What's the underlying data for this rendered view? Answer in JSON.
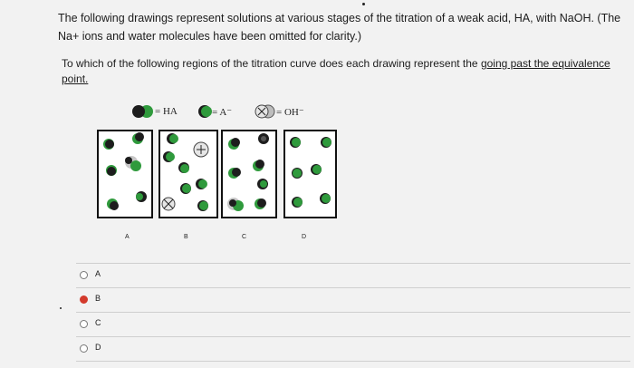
{
  "question": {
    "intro": "The following drawings represent solutions at various stages of the titration of a weak acid, HA, with NaOH. (The Na+ ions and water molecules have been omitted for clarity.)",
    "prompt_start": "To which of the following regions of the titration curve does each drawing  represent the ",
    "prompt_underlined": "going past the equivalence point."
  },
  "legend": [
    {
      "label": "= HA",
      "icon": "black-green-pair-icon"
    },
    {
      "label": "= A⁻",
      "icon": "green-sphere-black-edge-icon"
    },
    {
      "label": "= OH⁻",
      "icon": "gray-sphere-cross-icon"
    }
  ],
  "drawings": [
    {
      "letter": "A",
      "particles": [
        "HA",
        "HA",
        "HA",
        "HA",
        "HA",
        "A-"
      ]
    },
    {
      "letter": "B",
      "particles": [
        "OH-",
        "A-",
        "A-",
        "A-",
        "A-",
        "A-",
        "A-",
        "OH-"
      ]
    },
    {
      "letter": "C",
      "particles": [
        "HA",
        "A-",
        "HA",
        "HA",
        "HA",
        "HA",
        "HA"
      ]
    },
    {
      "letter": "D",
      "particles": [
        "A-",
        "A-",
        "A-",
        "A-",
        "A-",
        "A-"
      ]
    }
  ],
  "options": [
    {
      "label": "A",
      "selected": false
    },
    {
      "label": "B",
      "selected": true
    },
    {
      "label": "C",
      "selected": false
    },
    {
      "label": "D",
      "selected": false
    }
  ],
  "colors": {
    "green": "#2f9a3c",
    "black": "#1d1d1d",
    "gray": "#bdbdbd",
    "selected": "#d33a2c"
  }
}
